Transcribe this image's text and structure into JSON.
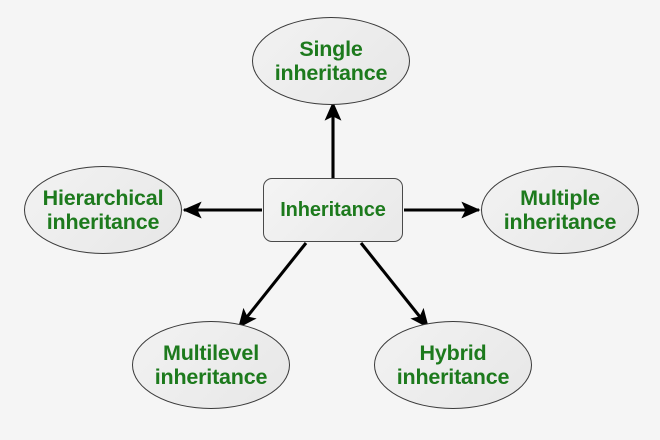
{
  "diagram": {
    "title": "Inheritance",
    "background_color": "#f5f5f5",
    "text_color": "#1d7a1d",
    "edge_color": "#000000",
    "center": {
      "id": "inheritance",
      "label": "Inheritance",
      "shape": "rounded-rectangle"
    },
    "nodes": [
      {
        "id": "single",
        "label": "Single\ninheritance",
        "line1": "Single",
        "line2": "inheritance",
        "shape": "ellipse",
        "position": "top"
      },
      {
        "id": "hierarchical",
        "label": "Hierarchical\ninheritance",
        "line1": "Hierarchical",
        "line2": "inheritance",
        "shape": "ellipse",
        "position": "left"
      },
      {
        "id": "multiple",
        "label": "Multiple\ninheritance",
        "line1": "Multiple",
        "line2": "inheritance",
        "shape": "ellipse",
        "position": "right"
      },
      {
        "id": "multilevel",
        "label": "Multilevel\ninheritance",
        "line1": "Multilevel",
        "line2": "inheritance",
        "shape": "ellipse",
        "position": "bottom-left"
      },
      {
        "id": "hybrid",
        "label": "Hybrid\ninheritance",
        "line1": "Hybrid",
        "line2": "inheritance",
        "shape": "ellipse",
        "position": "bottom-right"
      }
    ],
    "edges": [
      {
        "from": "inheritance",
        "to": "single",
        "direction": "up"
      },
      {
        "from": "inheritance",
        "to": "hierarchical",
        "direction": "left"
      },
      {
        "from": "inheritance",
        "to": "multiple",
        "direction": "right"
      },
      {
        "from": "inheritance",
        "to": "multilevel",
        "direction": "down-left"
      },
      {
        "from": "inheritance",
        "to": "hybrid",
        "direction": "down-right"
      }
    ]
  }
}
